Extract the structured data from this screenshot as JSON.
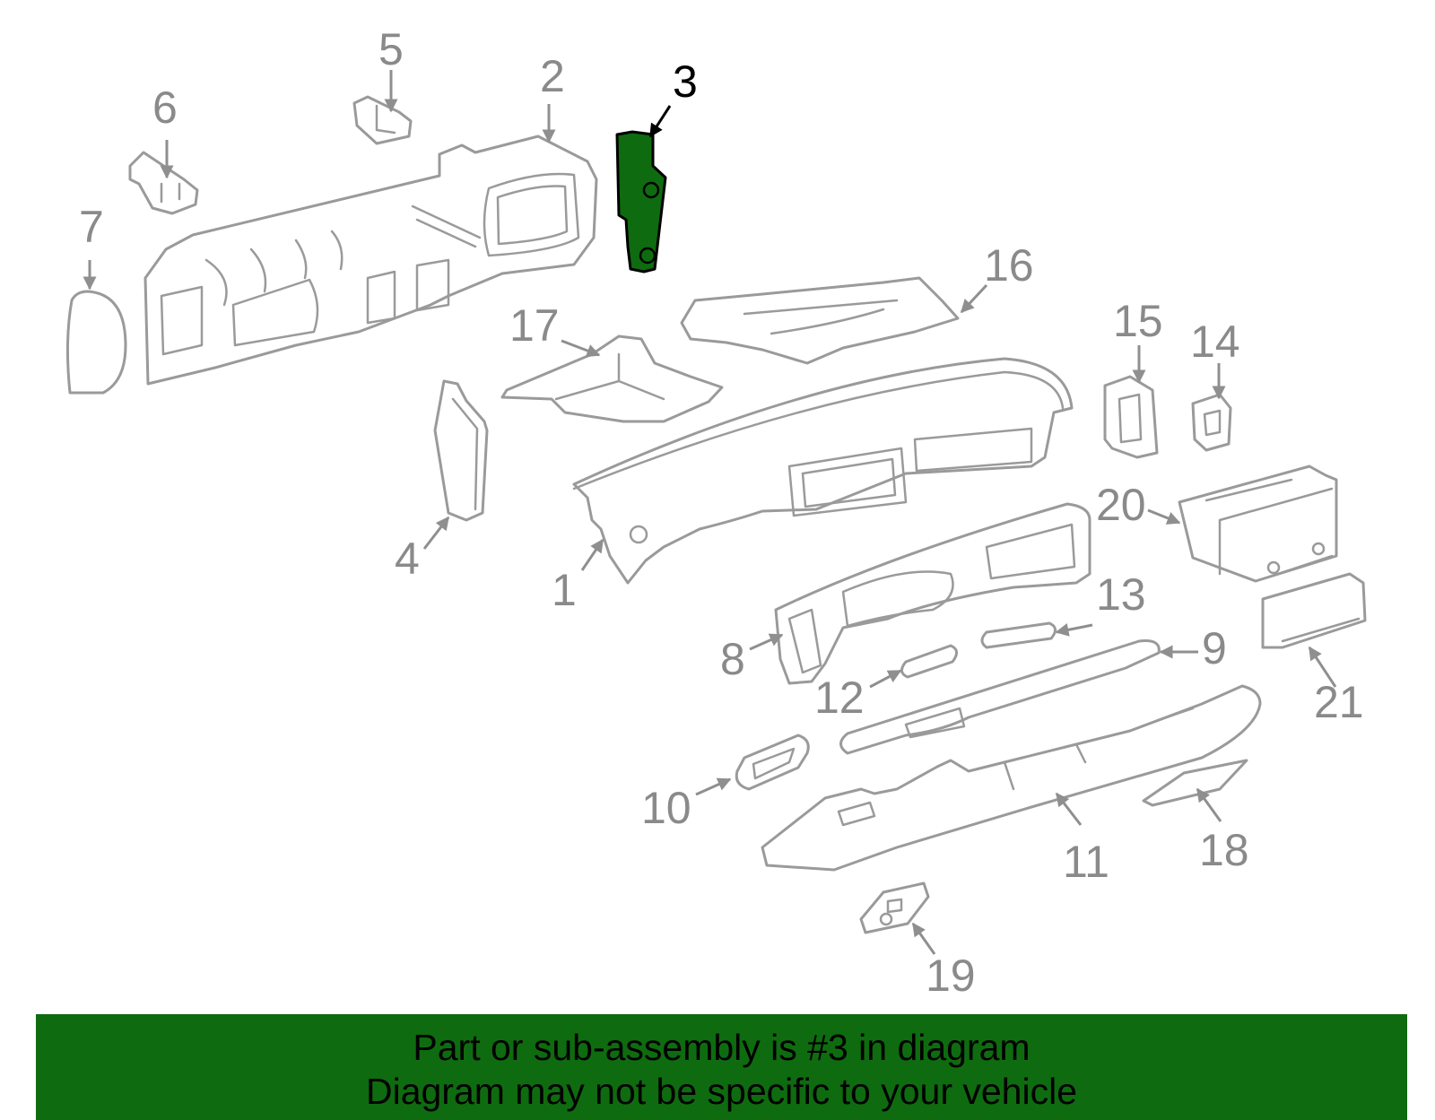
{
  "highlight_color": "#0f6b0f",
  "callout_numbers": [
    "1",
    "2",
    "3",
    "4",
    "5",
    "6",
    "7",
    "8",
    "9",
    "10",
    "11",
    "12",
    "13",
    "14",
    "15",
    "16",
    "17",
    "18",
    "19",
    "20",
    "21"
  ],
  "highlighted_callout": "3",
  "banner": {
    "line1": "Part or sub-assembly is #3 in diagram",
    "line2": "Diagram may not be specific to your vehicle"
  }
}
